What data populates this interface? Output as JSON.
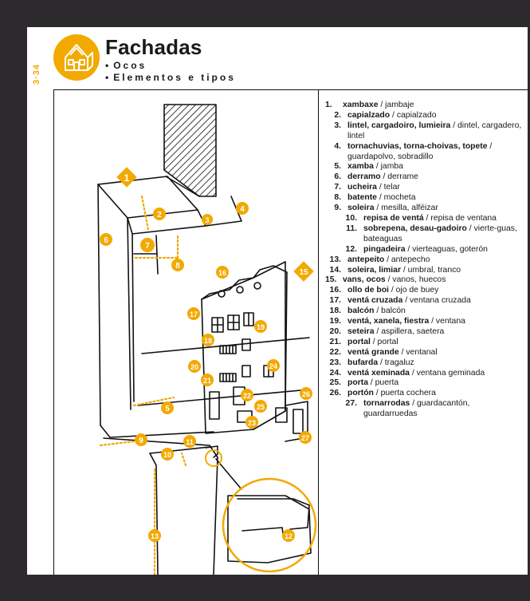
{
  "page": {
    "number": "3·34",
    "title": "Fachadas",
    "subtitles": [
      "Ocos",
      "Elementos e tipos"
    ],
    "bullet": "•"
  },
  "colors": {
    "accent": "#f2a900",
    "ink": "#1a1a1a",
    "background": "#2d2a2e",
    "paper": "#ffffff"
  },
  "icons": {
    "logo": "house-facade-icon"
  },
  "legend": [
    {
      "num": "1.",
      "gl": "xambaxe",
      "es": "jambaje",
      "level": 0
    },
    {
      "num": "2.",
      "gl": "capialzado",
      "es": "capialzado",
      "level": 1
    },
    {
      "num": "3.",
      "gl": "lintel, cargadoiro, lumieira",
      "es": "dintel, cargadero, lintel",
      "level": 1
    },
    {
      "num": "4.",
      "gl": "tornachuvias, torna-choivas, topete",
      "es": "guardapolvo, sobradillo",
      "level": 1
    },
    {
      "num": "5.",
      "gl": "xamba",
      "es": "jamba",
      "level": 1
    },
    {
      "num": "6.",
      "gl": "derramo",
      "es": "derrame",
      "level": 1
    },
    {
      "num": "7.",
      "gl": "ucheira",
      "es": "telar",
      "level": 1
    },
    {
      "num": "8.",
      "gl": "batente",
      "es": "mocheta",
      "level": 1
    },
    {
      "num": "9.",
      "gl": "soleira",
      "es": "mesilla, alféizar",
      "level": 1
    },
    {
      "num": "10.",
      "gl": "repisa de ventá",
      "es": "repisa de ventana",
      "level": 2
    },
    {
      "num": "11.",
      "gl": "sobrepena, desau-gadoiro",
      "es": "vierte-guas, bateaguas",
      "level": 2
    },
    {
      "num": "12.",
      "gl": "pingadeira",
      "es": "vierteaguas, goterón",
      "level": 2
    },
    {
      "num": "13.",
      "gl": "antepeito",
      "es": "antepecho",
      "level": 1
    },
    {
      "num": "14.",
      "gl": "soleira, limiar",
      "es": "umbral, tranco",
      "level": 1
    },
    {
      "num": "15.",
      "gl": "vans, ocos",
      "es": "vanos, huecos",
      "level": 0
    },
    {
      "num": "16.",
      "gl": "ollo de boi",
      "es": "ojo de buey",
      "level": 1
    },
    {
      "num": "17.",
      "gl": "ventá cruzada",
      "es": "ventana cruzada",
      "level": 1
    },
    {
      "num": "18.",
      "gl": "balcón",
      "es": "balcón",
      "level": 1
    },
    {
      "num": "19.",
      "gl": "ventá, xanela, fiestra",
      "es": "ventana",
      "level": 1
    },
    {
      "num": "20.",
      "gl": "seteira",
      "es": "aspillera, saetera",
      "level": 1
    },
    {
      "num": "21.",
      "gl": "portal",
      "es": "portal",
      "level": 1
    },
    {
      "num": "22.",
      "gl": "ventá grande",
      "es": "ventanal",
      "level": 1
    },
    {
      "num": "23.",
      "gl": "bufarda",
      "es": "tragaluz",
      "level": 1
    },
    {
      "num": "24.",
      "gl": "ventá xeminada",
      "es": "ventana geminada",
      "level": 1
    },
    {
      "num": "25.",
      "gl": "porta",
      "es": "puerta",
      "level": 1
    },
    {
      "num": "26.",
      "gl": "portón",
      "es": "puerta cochera",
      "level": 1
    },
    {
      "num": "27.",
      "gl": "tornarrodas",
      "es": "guardacantón, guardarruedas",
      "level": 2
    }
  ],
  "illustration": {
    "markers": [
      {
        "id": "1",
        "shape": "diamond"
      },
      {
        "id": "15",
        "shape": "diamond"
      },
      {
        "id": "2",
        "shape": "circle"
      },
      {
        "id": "3",
        "shape": "circle"
      },
      {
        "id": "4",
        "shape": "circle"
      },
      {
        "id": "5",
        "shape": "circle"
      },
      {
        "id": "6",
        "shape": "circle"
      },
      {
        "id": "7",
        "shape": "circle"
      },
      {
        "id": "8",
        "shape": "circle"
      },
      {
        "id": "9",
        "shape": "circle"
      },
      {
        "id": "10",
        "shape": "circle"
      },
      {
        "id": "11",
        "shape": "circle"
      },
      {
        "id": "12",
        "shape": "circle"
      },
      {
        "id": "13",
        "shape": "circle"
      },
      {
        "id": "16",
        "shape": "circle"
      },
      {
        "id": "17",
        "shape": "circle"
      },
      {
        "id": "18",
        "shape": "circle"
      },
      {
        "id": "19",
        "shape": "circle"
      },
      {
        "id": "20",
        "shape": "circle"
      },
      {
        "id": "21",
        "shape": "circle"
      },
      {
        "id": "22",
        "shape": "circle"
      },
      {
        "id": "23",
        "shape": "circle"
      },
      {
        "id": "24",
        "shape": "circle"
      },
      {
        "id": "25",
        "shape": "circle"
      },
      {
        "id": "26",
        "shape": "circle"
      },
      {
        "id": "27",
        "shape": "circle"
      }
    ]
  }
}
